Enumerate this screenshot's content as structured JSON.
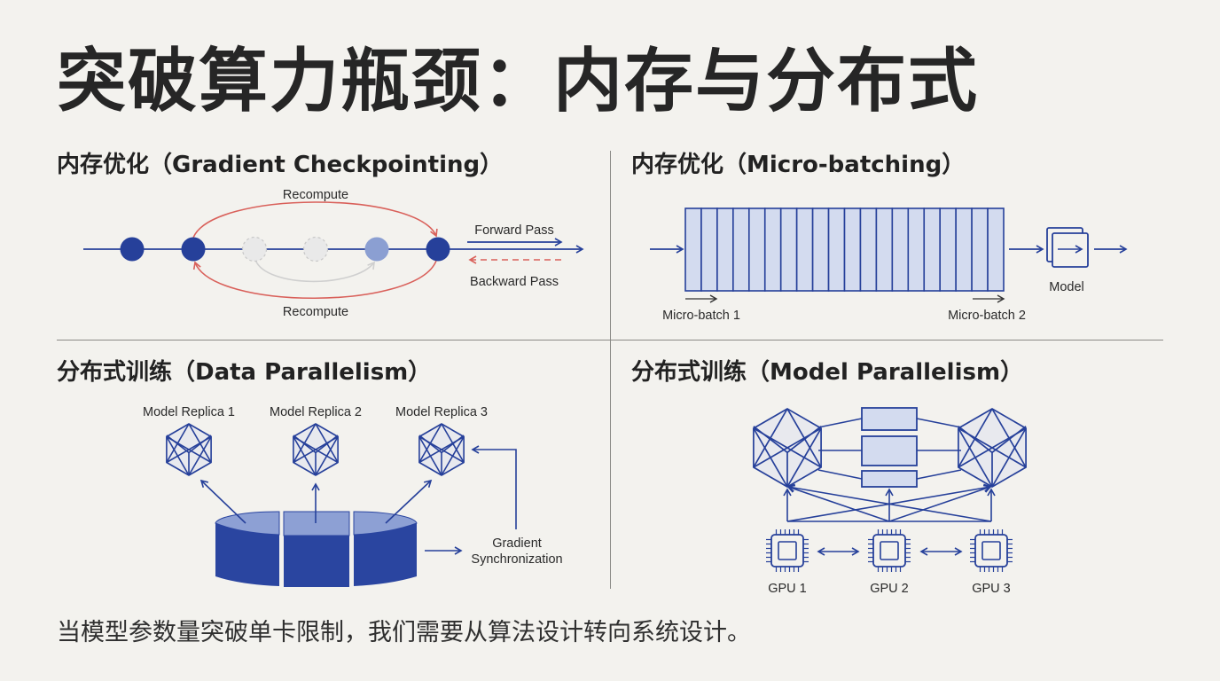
{
  "title": "突破算力瓶颈：内存与分布式",
  "sections": {
    "gradient_checkpointing": {
      "title": "内存优化（Gradient Checkpointing）",
      "recompute_top": "Recompute",
      "recompute_bottom": "Recompute",
      "forward_label": "Forward Pass",
      "backward_label": "Backward Pass",
      "nodes": [
        {
          "state": "stored"
        },
        {
          "state": "checkpoint"
        },
        {
          "state": "discarded"
        },
        {
          "state": "discarded"
        },
        {
          "state": "recomputed"
        },
        {
          "state": "checkpoint"
        }
      ]
    },
    "micro_batching": {
      "title": "内存优化（Micro-batching）",
      "slice_count": 20,
      "micro_batch_1": "Micro-batch 1",
      "micro_batch_2": "Micro-batch 2",
      "model_label": "Model"
    },
    "data_parallelism": {
      "title": "分布式训练（Data Parallelism）",
      "replicas": [
        "Model Replica 1",
        "Model Replica 2",
        "Model Replica 3"
      ],
      "sync_label_line1": "Gradient",
      "sync_label_line2": "Synchronization"
    },
    "model_parallelism": {
      "title": "分布式训练（Model Parallelism）",
      "gpus": [
        "GPU 1",
        "GPU 2",
        "GPU 3"
      ]
    }
  },
  "footer": "当模型参数量突破单卡限制，我们需要从算法设计转向系统设计。",
  "colors": {
    "primary": "#26409a",
    "primary_light": "#8b9fd2",
    "fill_light": "#d3dbef",
    "recompute": "#d9605a",
    "discarded": "#e9e9e9",
    "background": "#f3f2ee",
    "divider": "#8a8a86"
  }
}
